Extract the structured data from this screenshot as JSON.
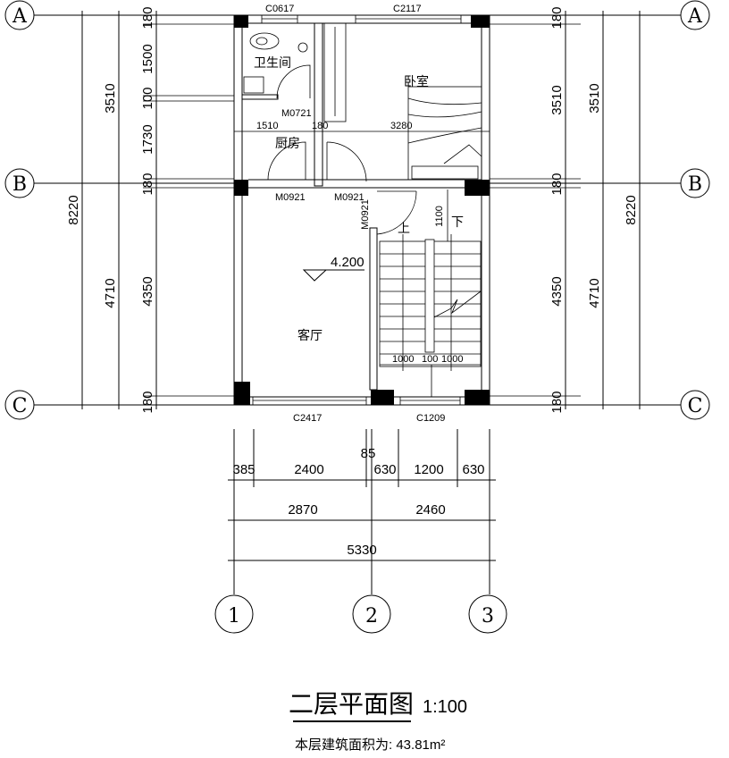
{
  "axes": {
    "rows": [
      "A",
      "B",
      "C"
    ],
    "cols": [
      "1",
      "2",
      "3"
    ]
  },
  "rooms": {
    "bathroom": "卫生间",
    "bedroom": "卧室",
    "kitchen": "厨房",
    "living": "客厅"
  },
  "doors": {
    "m0721": "M0721",
    "m0921a": "M0921",
    "m0921b": "M0921",
    "m0921c": "M0921"
  },
  "windows": {
    "c0617": "C0617",
    "c2117": "C2117",
    "c2417": "C2417",
    "c1209": "C1209"
  },
  "stairs": {
    "up": "上",
    "down": "下",
    "d1100": "1100",
    "w1": "1000",
    "w2": "100",
    "w3": "1000"
  },
  "interior_dims": {
    "d1510": "1510",
    "d180": "180",
    "d3280": "3280"
  },
  "elevation": "4.200",
  "left_dims": {
    "total": "8220",
    "d3510": "3510",
    "d4710": "4710",
    "s1": "180",
    "s2": "1500",
    "s3": "100",
    "s4": "1730",
    "s5": "180",
    "s6": "4350",
    "s7": "180"
  },
  "right_dims": {
    "total": "8220",
    "d3510": "3510",
    "d4710": "4710",
    "s1": "180",
    "s2": "3510",
    "s3": "180",
    "s4": "4350",
    "s5": "180"
  },
  "bottom_dims": {
    "d385": "385",
    "d2400": "2400",
    "d85": "85",
    "d630a": "630",
    "d1200": "1200",
    "d630b": "630",
    "d2870": "2870",
    "d2460": "2460",
    "d5330": "5330"
  },
  "title": {
    "name": "二层平面图",
    "scale": "1:100",
    "area": "本层建筑面积为: 43.81m²"
  }
}
